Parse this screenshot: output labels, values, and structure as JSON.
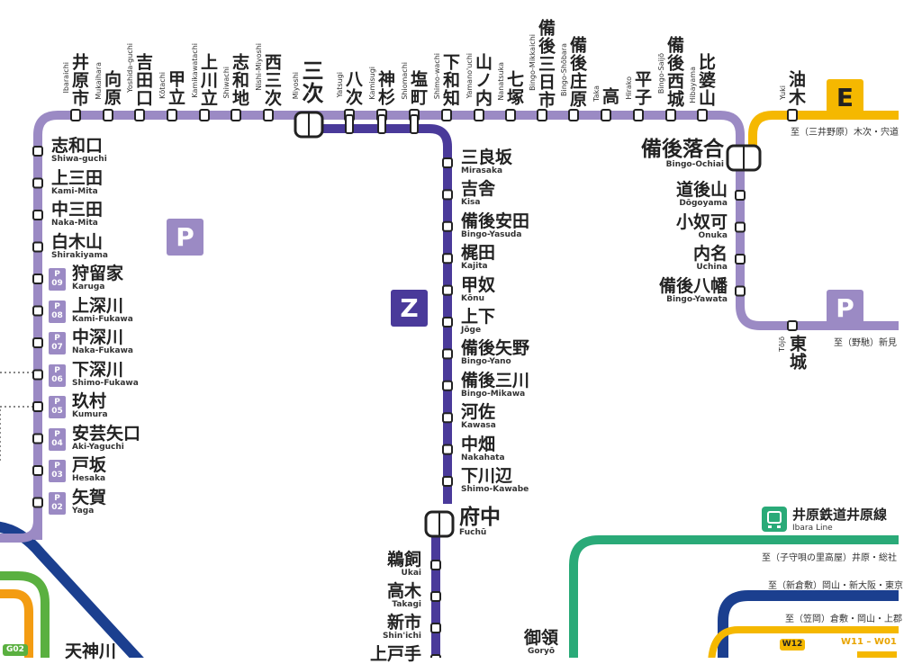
{
  "colors": {
    "p_line": "#9b8ac4",
    "z_line": "#4a3a9a",
    "e_line": "#f5b800",
    "ibara": "#2aaa78",
    "green": "#5ab040",
    "navy": "#1b3f8f",
    "orange": "#f39c12"
  },
  "badges": {
    "p_left": "P",
    "z": "Z",
    "e": "E",
    "p_right": "P"
  },
  "top_stations": [
    {
      "jp": "井原市",
      "en": "Ibaraichi"
    },
    {
      "jp": "向原",
      "en": "Mukaihara"
    },
    {
      "jp": "吉田口",
      "en": "Yoshida-guchi"
    },
    {
      "jp": "甲立",
      "en": "Kōtachi"
    },
    {
      "jp": "上川立",
      "en": "Kamikawatachi"
    },
    {
      "jp": "志和地",
      "en": "Shiwachi"
    },
    {
      "jp": "西三次",
      "en": "Nishi-Miyoshi"
    },
    {
      "jp": "三次",
      "en": "Miyoshi"
    },
    {
      "jp": "八次",
      "en": "Yatsugi"
    },
    {
      "jp": "神杉",
      "en": "Kamisugi"
    },
    {
      "jp": "塩町",
      "en": "Shiomachi"
    },
    {
      "jp": "下和知",
      "en": "Shimo-wachi"
    },
    {
      "jp": "山ノ内",
      "en": "Yamano'uchi"
    },
    {
      "jp": "七塚",
      "en": "Nanatsuka"
    },
    {
      "jp": "備後三日市",
      "en": "Bingo-Mikkaichi"
    },
    {
      "jp": "備後庄原",
      "en": "Bingo-Shōbara"
    },
    {
      "jp": "高",
      "en": "Taka"
    },
    {
      "jp": "平子",
      "en": "Hirako"
    },
    {
      "jp": "備後西城",
      "en": "Bingo-Saijō"
    },
    {
      "jp": "比婆山",
      "en": "Hibayama"
    },
    {
      "jp": "油木",
      "en": "Yuki"
    }
  ],
  "left_stations": [
    {
      "jp": "志和口",
      "en": "Shiwa-guchi",
      "code": ""
    },
    {
      "jp": "上三田",
      "en": "Kami-Mita",
      "code": ""
    },
    {
      "jp": "中三田",
      "en": "Naka-Mita",
      "code": ""
    },
    {
      "jp": "白木山",
      "en": "Shirakiyama",
      "code": ""
    },
    {
      "jp": "狩留家",
      "en": "Karuga",
      "code": "09"
    },
    {
      "jp": "上深川",
      "en": "Kami-Fukawa",
      "code": "08"
    },
    {
      "jp": "中深川",
      "en": "Naka-Fukawa",
      "code": "07"
    },
    {
      "jp": "下深川",
      "en": "Shimo-Fukawa",
      "code": "06"
    },
    {
      "jp": "玖村",
      "en": "Kumura",
      "code": "05"
    },
    {
      "jp": "安芸矢口",
      "en": "Aki-Yaguchi",
      "code": "04"
    },
    {
      "jp": "戸坂",
      "en": "Hesaka",
      "code": "03"
    },
    {
      "jp": "矢賀",
      "en": "Yaga",
      "code": "02"
    }
  ],
  "code_prefix": "P",
  "z_stations": [
    {
      "jp": "三良坂",
      "en": "Mirasaka"
    },
    {
      "jp": "吉舎",
      "en": "Kisa"
    },
    {
      "jp": "備後安田",
      "en": "Bingo-Yasuda"
    },
    {
      "jp": "梶田",
      "en": "Kajita"
    },
    {
      "jp": "甲奴",
      "en": "Kōnu"
    },
    {
      "jp": "上下",
      "en": "Jōge"
    },
    {
      "jp": "備後矢野",
      "en": "Bingo-Yano"
    },
    {
      "jp": "備後三川",
      "en": "Bingo-Mikawa"
    },
    {
      "jp": "河佐",
      "en": "Kawasa"
    },
    {
      "jp": "中畑",
      "en": "Nakahata"
    },
    {
      "jp": "下川辺",
      "en": "Shimo-Kawabe"
    }
  ],
  "fuchu": {
    "jp": "府中",
    "en": "Fuchū"
  },
  "z_lower": [
    {
      "jp": "鵜飼",
      "en": "Ukai"
    },
    {
      "jp": "高木",
      "en": "Takagi"
    },
    {
      "jp": "新市",
      "en": "Shin'ichi"
    },
    {
      "jp": "上戸手",
      "en": ""
    }
  ],
  "bingo_ochiai": {
    "jp": "備後落合",
    "en": "Bingo-Ochiai"
  },
  "right_stations": [
    {
      "jp": "道後山",
      "en": "Dōgoyama"
    },
    {
      "jp": "小奴可",
      "en": "Onuka"
    },
    {
      "jp": "内名",
      "en": "Uchina"
    },
    {
      "jp": "備後八幡",
      "en": "Bingo-Yawata"
    }
  ],
  "tojo": {
    "jp": "東城",
    "en": "Tōjō"
  },
  "to_kisuki": "至（三井野原）木次・宍道",
  "to_niimi": "至（野馳）新見",
  "ibara_line": {
    "jp": "井原鉄道井原線",
    "en": "Ibara Line"
  },
  "to_soja": "至（子守唄の里高屋）井原・総社",
  "to_tokyo": "至（新倉敷）岡山・新大阪・東京",
  "to_kamigori": "至（笠岡）倉敷・岡山・上郡",
  "w12": "W12",
  "w_range": "W11 – W01",
  "goryo": {
    "jp": "御領",
    "en": "Goryō"
  },
  "g02": "G02",
  "tenjingawa": "天神川"
}
